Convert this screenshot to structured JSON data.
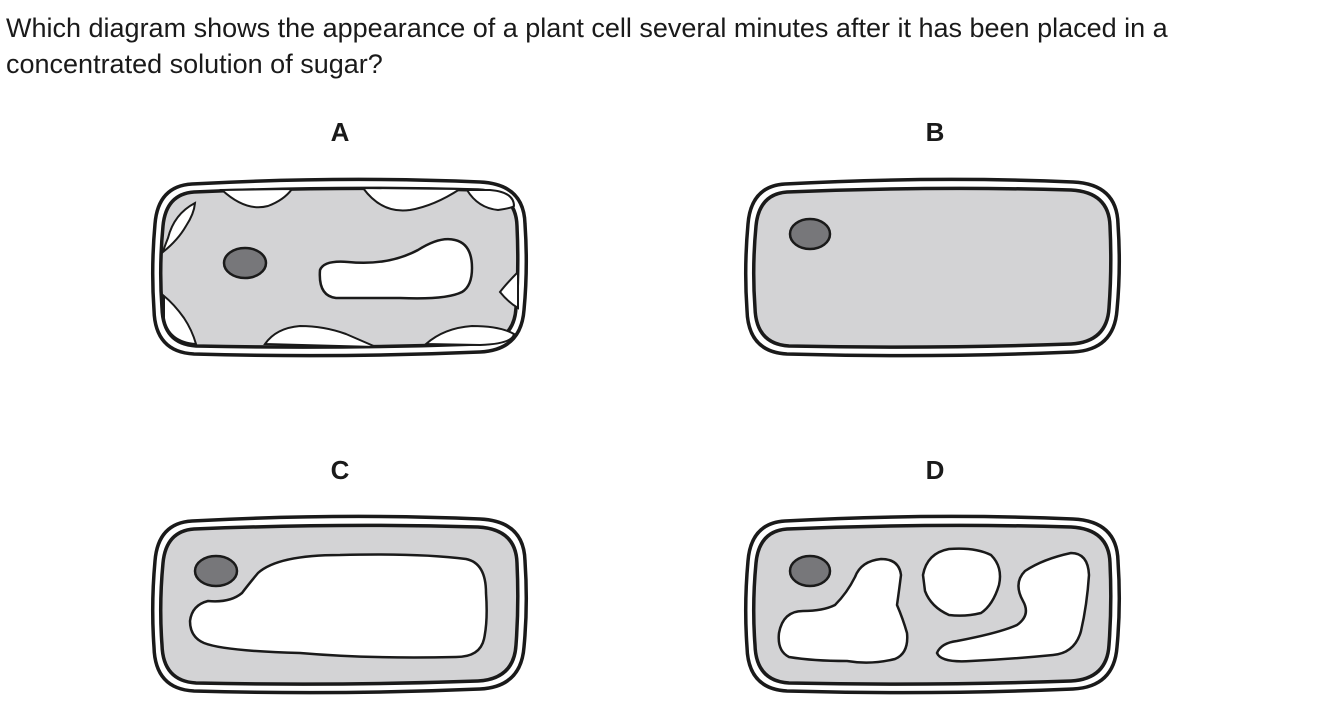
{
  "question": {
    "text": "Which diagram shows the appearance of a plant cell several minutes after it has been placed in a concentrated solution of sugar?"
  },
  "options": [
    {
      "label": "A"
    },
    {
      "label": "B"
    },
    {
      "label": "C"
    },
    {
      "label": "D"
    }
  ],
  "colors": {
    "cytoplasm": "#d3d3d5",
    "nucleus": "#77777a",
    "outline": "#1a1a1a",
    "vacuole": "#ffffff"
  }
}
